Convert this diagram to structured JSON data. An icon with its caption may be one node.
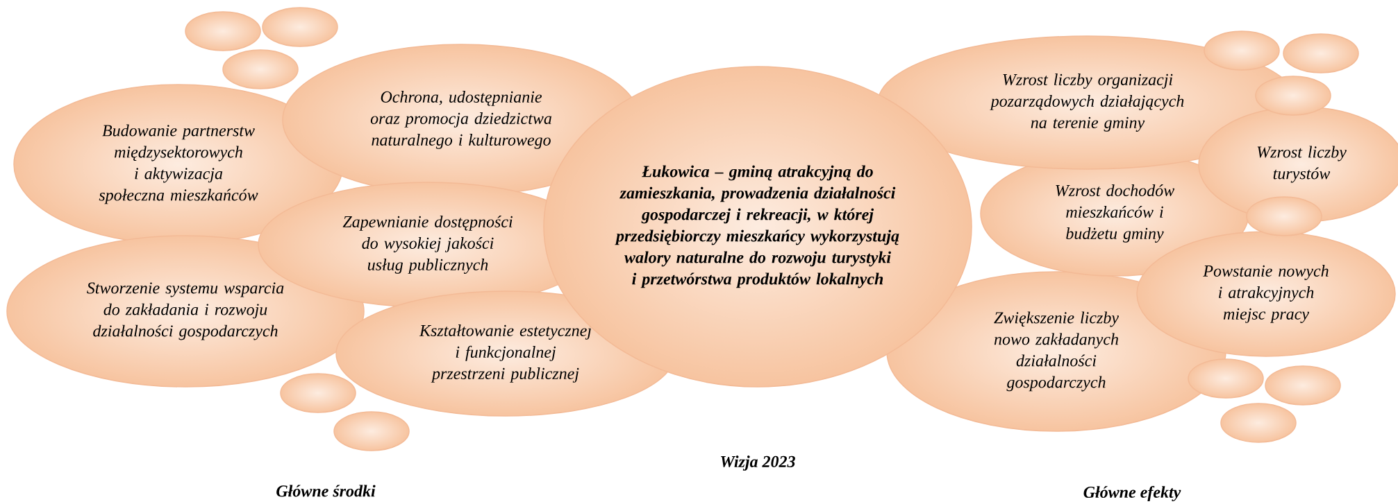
{
  "diagram": {
    "nodes": [
      {
        "text": [],
        "shape": "ellipse"
      },
      {
        "text": [],
        "shape": "ellipse"
      },
      {
        "text": [],
        "shape": "ellipse"
      },
      {
        "text": [
          "Ochrona, udostępnianie oraz promocja dziedzictwa naturalnego i kulturowego"
        ]
      },
      {
        "text": [
          "Budowanie partnerstw międzysektorowych i aktywizacja społeczna mieszkańców"
        ]
      },
      {
        "text": [
          "Zapewnianie dostępności do wysokiej jakości usług publicznych"
        ]
      },
      {
        "text": [
          "Stworzenie systemu wsparcia do zakładania i rozwoju działalności gospodarczych"
        ]
      },
      {
        "text": [
          "Kształtowanie estetycznej i funkcjonalnej przestrzeni publicznej"
        ]
      },
      {
        "text": [],
        "shape": "ellipse"
      },
      {
        "text": [],
        "shape": "ellipse"
      },
      {
        "text": [
          "Łukowica – gminą atrakcyjną do zamieszkania, prowadzenia działalności gospodarczej i rekreacji, w której przedsiębiorczy mieszkańcy wykorzystują walory naturalne do rozwoju turystyki i przetwórstwa produktów lokalnych"
        ]
      },
      {
        "text": [],
        "shape": "ellipse"
      },
      {
        "text": [],
        "shape": "ellipse"
      },
      {
        "text": [],
        "shape": "ellipse"
      },
      {
        "text": [
          "Wzrost liczby organizacji pozarządowych działających na terenie gminy"
        ]
      },
      {
        "text": [
          "Wzrost liczby turystów"
        ]
      },
      {
        "text": [
          "Wzrost dochodów mieszkańców i budżetu gminy"
        ]
      },
      {
        "text": [],
        "shape": "ellipse"
      },
      {
        "text": [
          "Powstanie nowych i atrakcyjnych miejsc pracy"
        ]
      },
      {
        "text": [
          "Zwiększenie liczby nowo zakładanych działalności gospodarczych"
        ]
      },
      {
        "text": [],
        "shape": "ellipse"
      },
      {
        "text": [],
        "shape": "ellipse"
      },
      {
        "text": [],
        "shape": "ellipse"
      }
    ],
    "labels": [
      "Wizja 2023",
      "Główne środki",
      "Główne efekty"
    ]
  }
}
